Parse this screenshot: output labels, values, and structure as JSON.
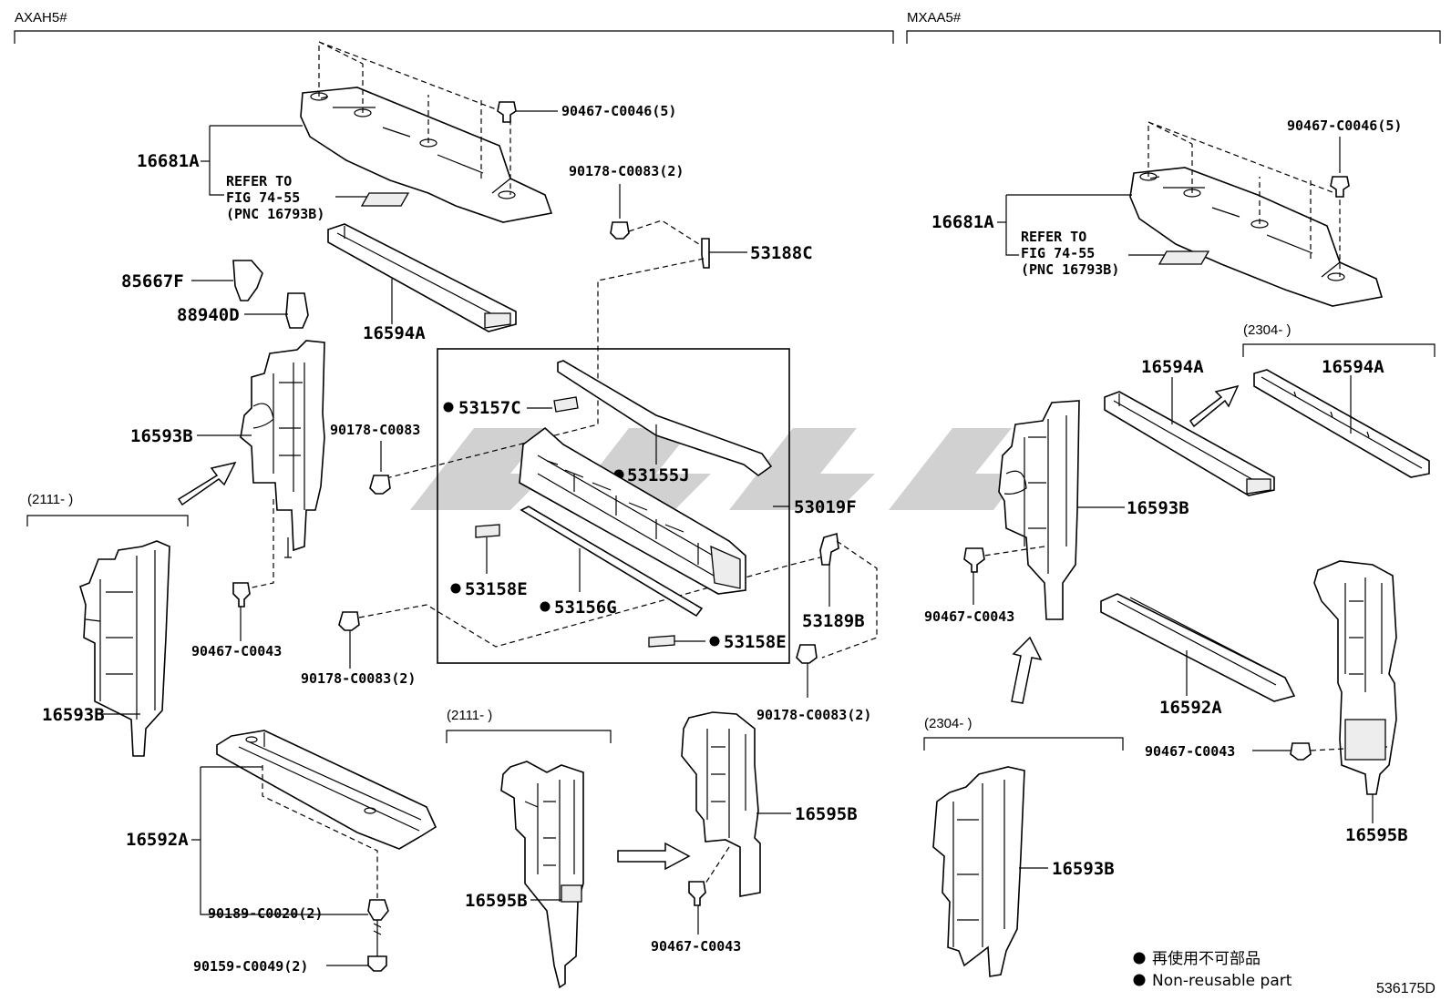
{
  "diagram": {
    "doc_id": "536175D",
    "sections": {
      "left": "AXAH5#",
      "right": "MXAA5#"
    },
    "ranges": {
      "r2111_a": "(2111-      )",
      "r2111_b": "(2111-      )",
      "r2304_a": "(2304-      )",
      "r2304_b": "(2304-      )"
    },
    "refer": {
      "left": [
        "REFER TO",
        "FIG 74-55",
        "(PNC 16793B)"
      ],
      "right": [
        "REFER TO",
        "FIG 74-55",
        "(PNC 16793B)"
      ]
    },
    "labels": {
      "l_16681A": "16681A",
      "l_90467_C0046_5": "90467-C0046(5)",
      "l_90178_C0083_2_top": "90178-C0083(2)",
      "l_53188C": "53188C",
      "l_85667F": "85667F",
      "l_88940D": "88940D",
      "l_16594A": "16594A",
      "l_16593B_upper": "16593B",
      "l_90178_C0083": "90178-C0083",
      "l_53157C": "53157C",
      "l_53155J": "53155J",
      "l_53019F": "53019F",
      "l_53158E_left": "53158E",
      "l_53156G": "53156G",
      "l_53189B": "53189B",
      "l_53158E_right": "53158E",
      "l_90467_C0043_left": "90467-C0043",
      "l_90178_C0083_2_mid": "90178-C0083(2)",
      "l_16593B_lower": "16593B",
      "l_16592A_left": "16592A",
      "l_90189_C0020_2": "90189-C0020(2)",
      "l_90159_C0049_2": "90159-C0049(2)",
      "l_16595B_mid": "16595B",
      "l_16595B_right_center": "16595B",
      "l_90178_C0083_2_right": "90178-C0083(2)",
      "l_90467_C0043_center": "90467-C0043",
      "r_16681A": "16681A",
      "r_90467_C0046_5": "90467-C0046(5)",
      "r_16594A_a": "16594A",
      "r_16594A_b": "16594A",
      "r_16593B_a": "16593B",
      "r_90467_C0043_a": "90467-C0043",
      "r_16592A": "16592A",
      "r_90467_C0043_b": "90467-C0043",
      "r_16595B": "16595B",
      "r_16593B_b": "16593B"
    },
    "legend": {
      "line1": "再使用不可部品",
      "line2": "Non-reusable part"
    }
  }
}
